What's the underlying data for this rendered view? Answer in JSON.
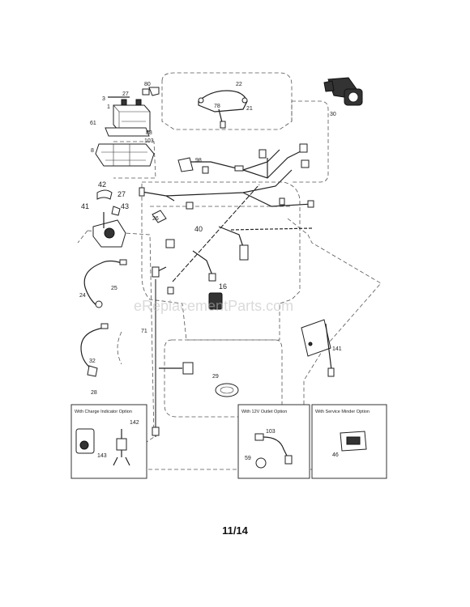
{
  "diagram": {
    "page_number": "11/14",
    "watermark": "eReplacementParts.com",
    "part_labels": {
      "p80": "80",
      "p27a": "27",
      "p3": "3",
      "p1": "1",
      "p61": "61",
      "p88": "88",
      "p103a": "103",
      "p8": "8",
      "p22": "22",
      "p78": "78",
      "p21": "21",
      "p30": "30",
      "p42": "42",
      "p27b": "27",
      "p41": "41",
      "p43": "43",
      "p98": "98",
      "p26": "26",
      "p40": "40",
      "p16": "16",
      "p25": "25",
      "p24": "24",
      "p71": "71",
      "p32": "32",
      "p28": "28",
      "p29": "29",
      "p141": "141",
      "p142": "142",
      "p143": "143",
      "p103b": "103",
      "p59": "59",
      "p46": "46"
    },
    "option_boxes": {
      "charge": "With Charge Indicator Option",
      "outlet": "With 12V Outlet Option",
      "minder": "With Service Minder Option"
    }
  }
}
